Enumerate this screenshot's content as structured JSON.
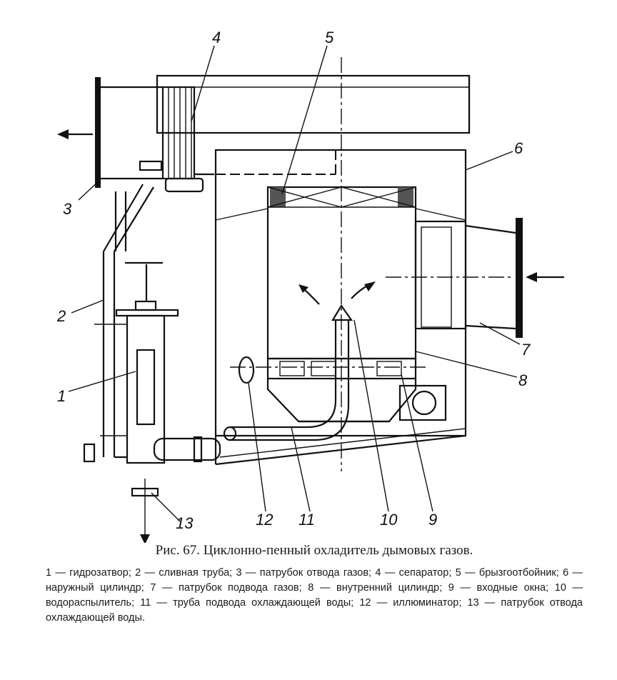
{
  "labels": {
    "l1": "1",
    "l2": "2",
    "l3": "3",
    "l4": "4",
    "l5": "5",
    "l6": "6",
    "l7": "7",
    "l8": "8",
    "l9": "9",
    "l10": "10",
    "l11": "11",
    "l12": "12",
    "l13": "13"
  },
  "caption": "Рис. 67. Циклонно-пенный охладитель дымовых газов.",
  "legend": [
    "1 — гидрозатвор;",
    "2 — сливная труба;",
    "3 — патрубок отвода газов;",
    "4 — сепаратор;",
    "5 — брызгоотбойник;",
    "6 — наружный цилиндр;",
    "7 — патрубок подвода газов;",
    "8 — внутренний цилиндр;",
    "9 — входные окна;",
    "10 — водораспылитель;",
    "11 — труба подвода охлаждающей воды;",
    "12 — иллюминатор;",
    "13 — патрубок отвода охлаждающей воды."
  ]
}
